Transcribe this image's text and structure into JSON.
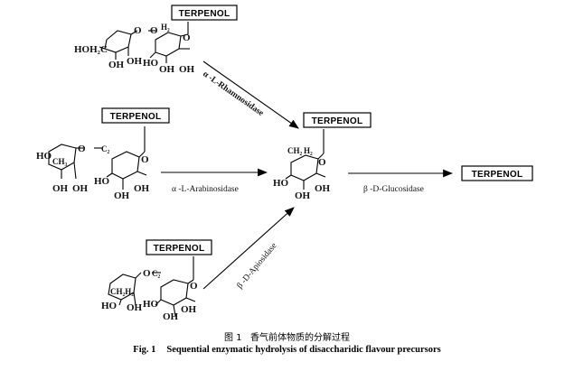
{
  "labels": {
    "terpenol": "TERPENOL",
    "hoh2c": "HOH₂C",
    "ho": "HO",
    "oh": "OH",
    "o": "O",
    "h2": "H₂",
    "ch3": "CH₃",
    "ch2": "C₂",
    "ch2_4": "CH₂",
    "ch2h2": "CH₂H₂"
  },
  "enzymes": {
    "rhamnosidase": "α -L-Rhamnosidase",
    "arabinosidase": "α -L-Arabinosidase",
    "apiosidase": "β -D-Apiosidase",
    "glucosidase": "β -D-Glucosidase"
  },
  "caption": {
    "cn_label": "图 1",
    "cn_text": "香气前体物质的分解过程",
    "en_label": "Fig. 1",
    "en_text": "Sequential enzymatic hydrolysis of disaccharidic flavour precursors"
  }
}
